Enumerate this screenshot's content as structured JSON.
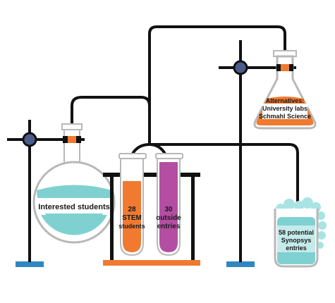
{
  "flask_left": {
    "label": "Interested students",
    "liquid_color": "#7fd1d1",
    "stripe_color": "#ffffff"
  },
  "tube_stem": {
    "line1": "28",
    "line2": "STEM",
    "line3": "students",
    "liquid_color": "#f07a30"
  },
  "tube_outside": {
    "line1": "30",
    "line2": "outside",
    "line3": "entries",
    "liquid_color": "#b44ea3"
  },
  "flask_right": {
    "line1": "Alternatives:",
    "line2": "University labs",
    "line3": "Schmahl Science",
    "liquid_color": "#f07a30"
  },
  "beaker": {
    "line1": "58 potential",
    "line2": "Synopsys",
    "line3": "entries",
    "liquid_color": "#7fd1d1"
  },
  "colors": {
    "stand_base": "#2f86c0",
    "rack_base": "#f07a30",
    "clamp": "#4a5d8a",
    "stopper": "#f07a30",
    "line": "#111111",
    "glass_outline": "#b8b8b8"
  }
}
